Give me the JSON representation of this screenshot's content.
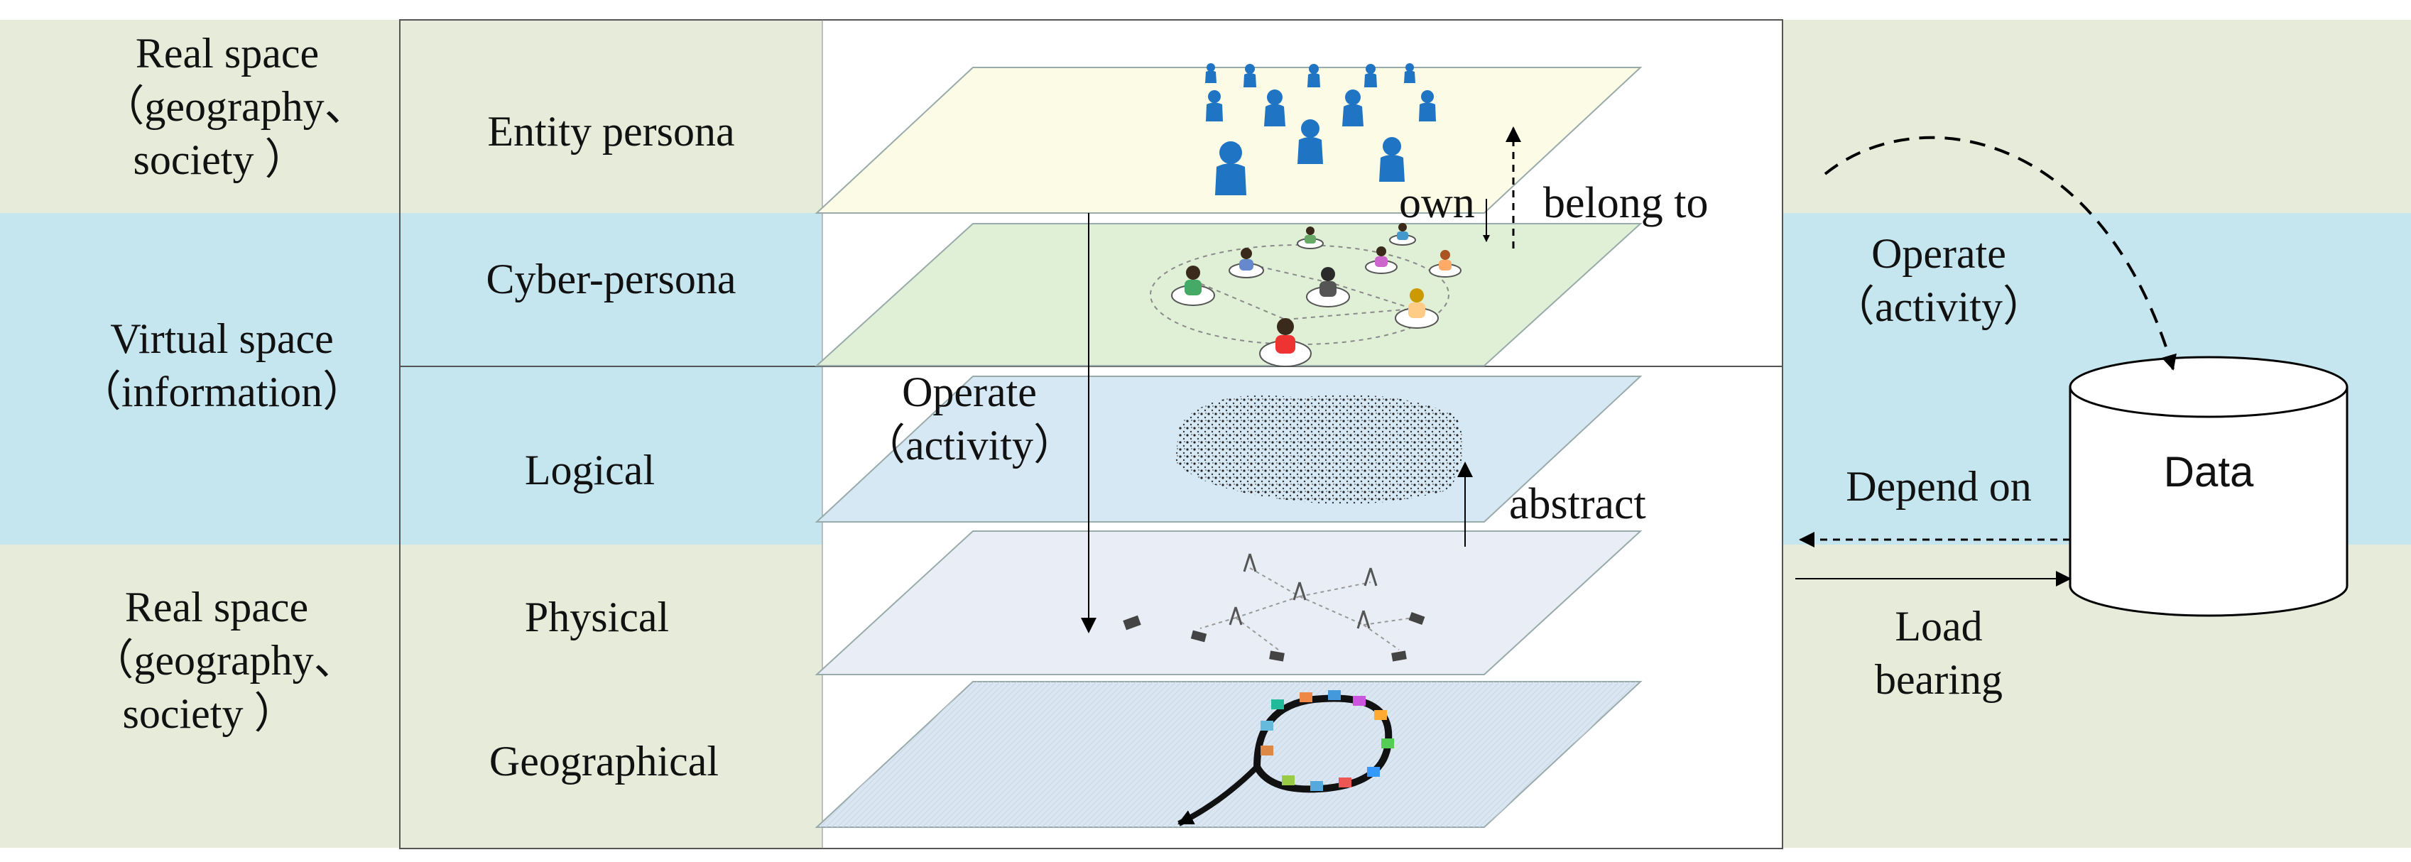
{
  "left_column": {
    "real_space_top": [
      "Real space",
      "（geography、",
      "society ）"
    ],
    "virtual_space": [
      "Virtual space",
      "（information）"
    ],
    "real_space_bottom": [
      "Real space",
      "（geography、",
      "society ）"
    ]
  },
  "layers": {
    "entity": "Entity persona",
    "cyber": "Cyber-persona",
    "logical": "Logical",
    "physical": "Physical",
    "geographical": "Geographical"
  },
  "center_labels": {
    "own": "own",
    "belong_to": "belong to",
    "operate": [
      "Operate",
      "（activity）"
    ],
    "abstract": "abstract"
  },
  "right_column": {
    "operate": [
      "Operate",
      "（activity）"
    ],
    "data": "Data",
    "depend_on": "Depend on",
    "load_bearing": [
      "Load",
      "bearing"
    ]
  },
  "colors": {
    "real_space_band": "#e6ecd9",
    "virtual_space_band": "#c6e6ef",
    "entity_plane": "#fbfbe6",
    "cyber_plane": "#dff0d6",
    "logical_plane": "#d6e8f4",
    "physical_plane": "#e9eef6",
    "geo_plane": "#dbe6f3",
    "person_icon": "#1f74c4"
  }
}
